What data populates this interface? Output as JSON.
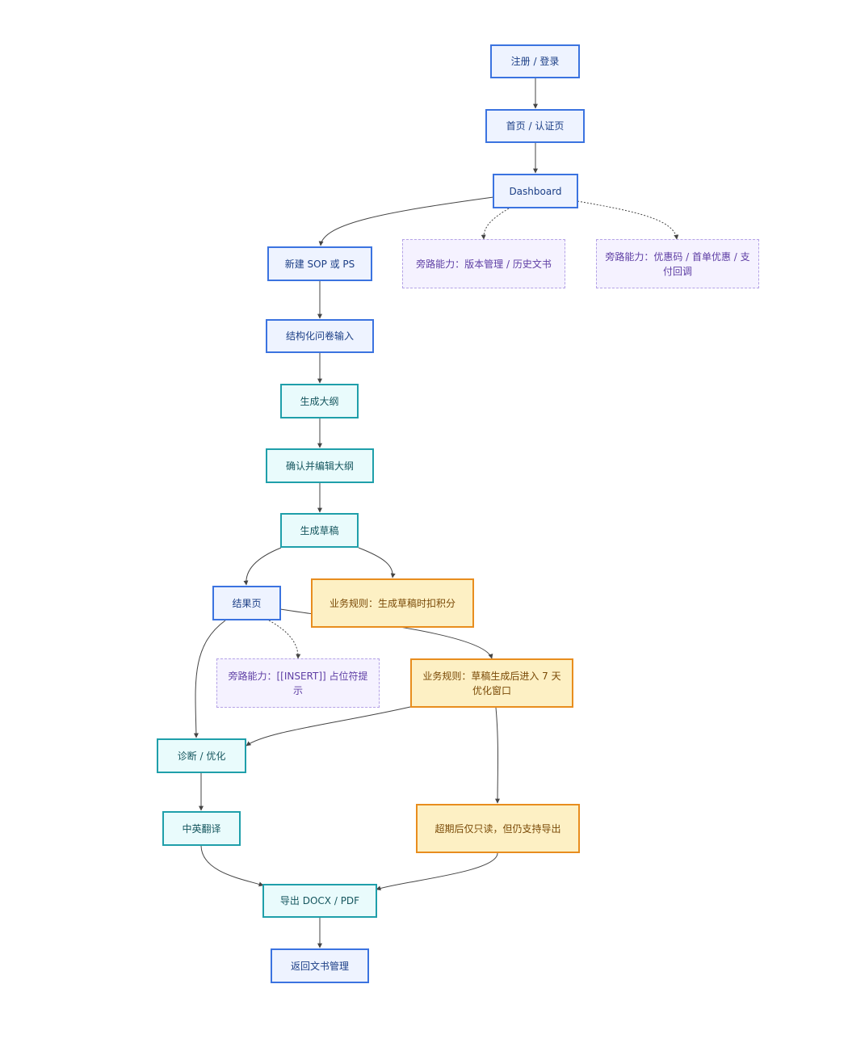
{
  "nodes": {
    "register_login": "注册 / 登录",
    "home_auth": "首页 / 认证页",
    "dashboard": "Dashboard",
    "new_sop_ps": "新建 SOP 或 PS",
    "side_version": "旁路能力：版本管理 / 历史文书",
    "side_coupon": "旁路能力：优惠码 / 首单优惠 / 支付回调",
    "questionnaire": "结构化问卷输入",
    "gen_outline": "生成大纲",
    "confirm_outline": "确认并编辑大纲",
    "gen_draft": "生成草稿",
    "result_page": "结果页",
    "rule_points": "业务规则：生成草稿时扣积分",
    "side_insert": "旁路能力：[[INSERT]] 占位符提示",
    "rule_window": "业务规则：草稿生成后进入 7 天优化窗口",
    "diagnose": "诊断 / 优化",
    "translate": "中英翻译",
    "readonly": "超期后仅只读，但仍支持导出",
    "export": "导出 DOCX / PDF",
    "back_docs": "返回文书管理"
  },
  "colors": {
    "blue_border": "#3b73e0",
    "teal_border": "#1f9faa",
    "orange_border": "#e88d1e",
    "purple_border": "#b4a2e6"
  }
}
